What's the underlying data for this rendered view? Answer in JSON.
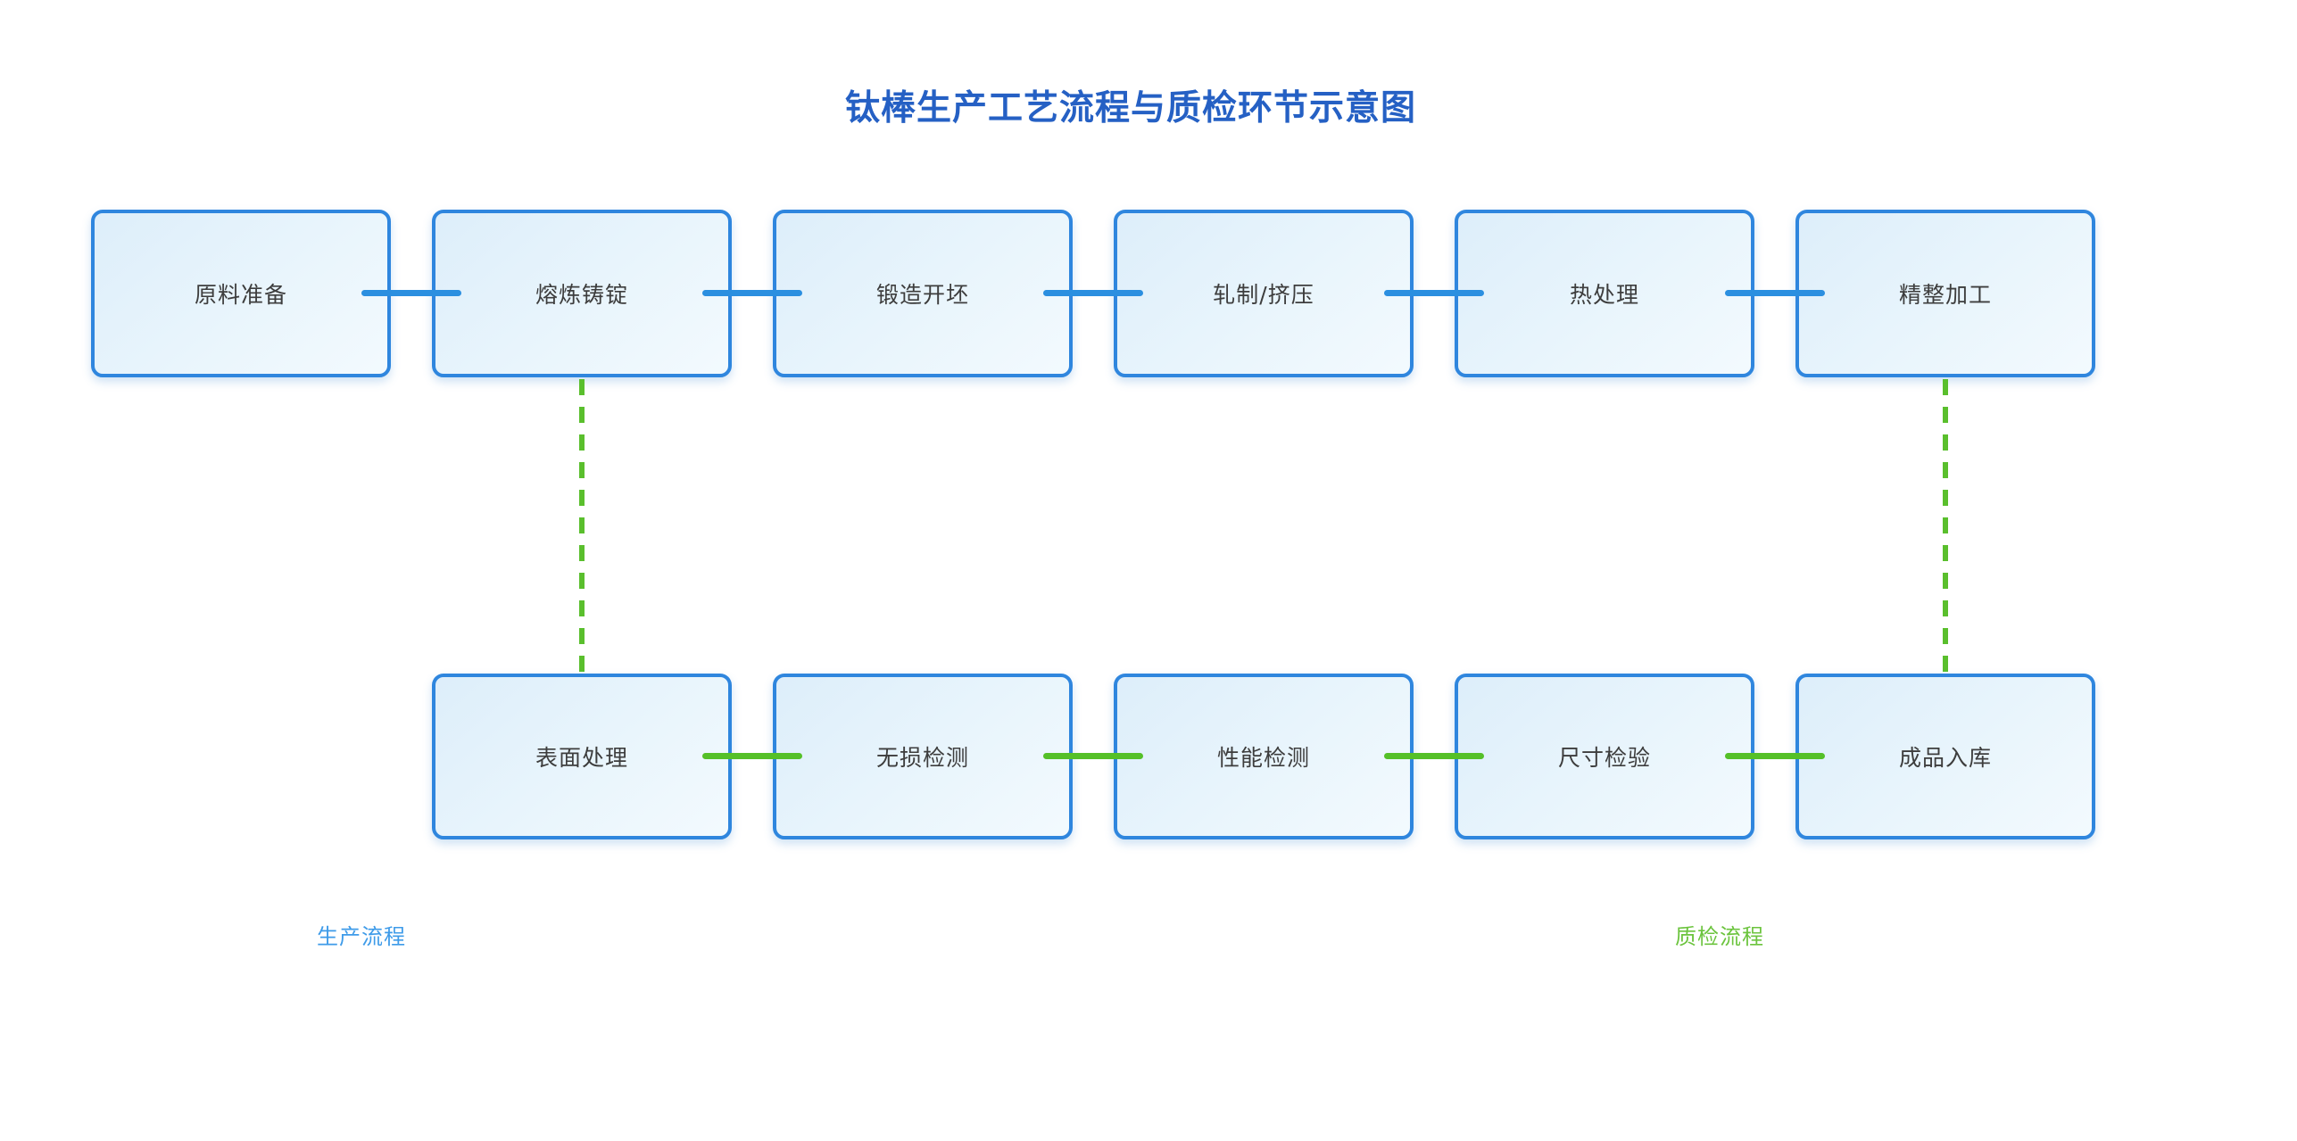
{
  "title": {
    "text": "钛棒生产工艺流程与质检环节示意图",
    "color": "#2560c4"
  },
  "production_row": {
    "name": "生产流程 (top row)",
    "connector_style": "solid",
    "connector_color": "#2b8fe0",
    "boxes": [
      {
        "label": "原料准备"
      },
      {
        "label": "熔炼铸锭"
      },
      {
        "label": "锻造开坯"
      },
      {
        "label": "轧制/挤压"
      },
      {
        "label": "热处理"
      },
      {
        "label": "精整加工"
      }
    ]
  },
  "inspection_row": {
    "name": "质检流程 (bottom row)",
    "connector_style": "solid",
    "connector_color": "#55c028",
    "boxes": [
      {
        "label": "表面处理"
      },
      {
        "label": "无损检测"
      },
      {
        "label": "性能检测"
      },
      {
        "label": "尺寸检验"
      },
      {
        "label": "成品入库"
      }
    ]
  },
  "cross_links": [
    {
      "from": "熔炼铸锭",
      "to": "表面处理",
      "style": "dashed",
      "color": "#5abf2d"
    },
    {
      "from": "精整加工",
      "to": "成品入库",
      "style": "dashed",
      "color": "#5abf2d"
    }
  ],
  "legend": {
    "production": {
      "label": "生产流程",
      "color": "#3e9be9"
    },
    "inspection": {
      "label": "质检流程",
      "color": "#6cc43e"
    }
  },
  "colors": {
    "background": "#ffffff",
    "box_border": "#2f86de",
    "box_fill": "#e6f3fb",
    "node_text": "#3d3d3d",
    "title_text": "#2560c4",
    "production_connector": "#2b8fe0",
    "inspection_connector": "#55c028",
    "dashed_link": "#5abf2d"
  }
}
